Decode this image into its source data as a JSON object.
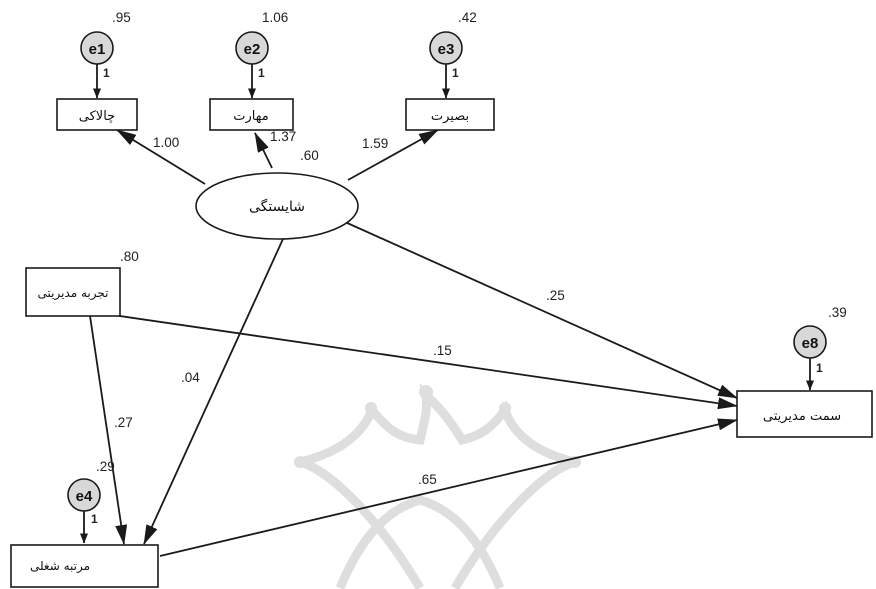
{
  "variables": {
    "agility": "چالاکی",
    "skill": "مهارت",
    "insight": "بصیرت",
    "competence": "شایستگی",
    "management_experience": "تجربه مدیریتی",
    "job_rank": "مرتبه شغلی",
    "management_position": "سمت مدیریتی"
  },
  "errors": {
    "e1": {
      "label": "e1",
      "variance": ".95",
      "loading": "1"
    },
    "e2": {
      "label": "e2",
      "variance": "1.06",
      "loading": "1"
    },
    "e3": {
      "label": "e3",
      "variance": ".42",
      "loading": "1"
    },
    "e4": {
      "label": "e4",
      "variance": ".29",
      "loading": "1"
    },
    "e8": {
      "label": "e8",
      "variance": ".39",
      "loading": "1"
    }
  },
  "coefficients": {
    "competence_to_agility": "1.00",
    "competence_to_skill": "1.37",
    "competence_variance": ".60",
    "competence_to_insight": "1.59",
    "experience_variance": ".80",
    "competence_to_position": ".25",
    "experience_to_position": ".15",
    "competence_to_rank": ".04",
    "experience_to_rank": ".27",
    "rank_to_position": ".65"
  },
  "colors": {
    "stroke": "#1a1a1a",
    "error_fill": "#d8d8d8",
    "watermark": "#dedede"
  }
}
